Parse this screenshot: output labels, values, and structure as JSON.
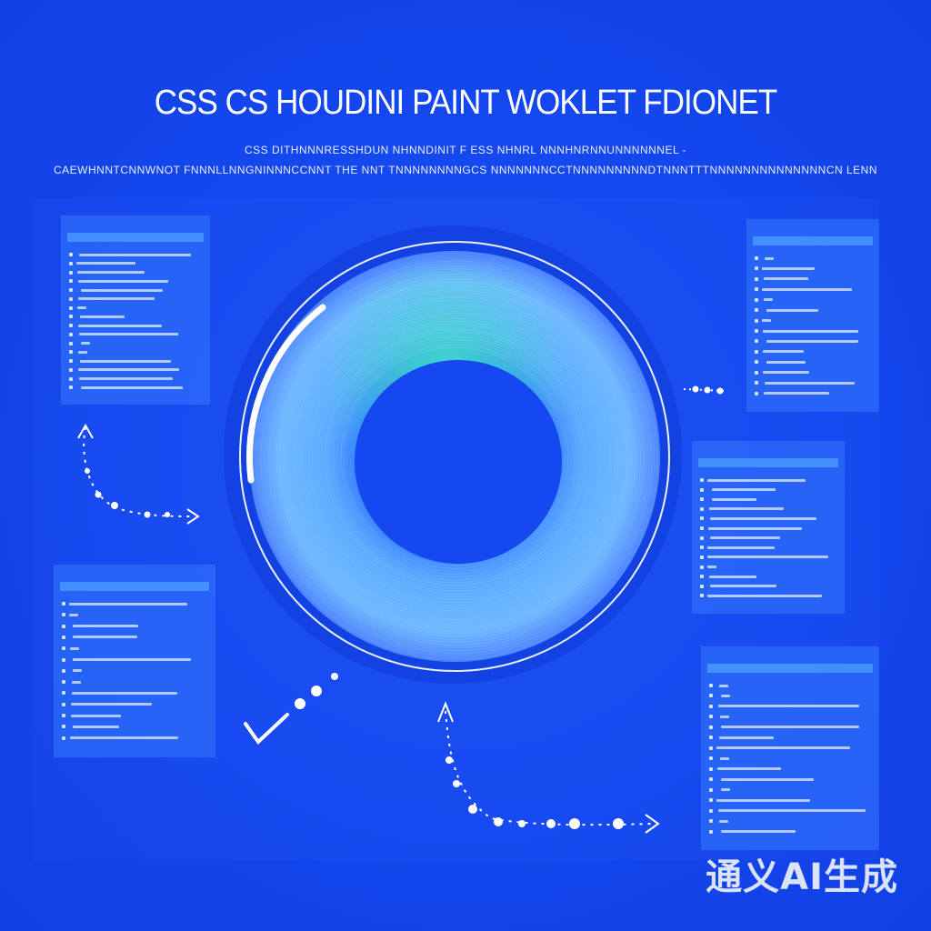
{
  "title": "CSS CS HOUDINI PAINT WOKLET FDIONET",
  "subtitle_line1": "CSS  DITHNNNRESSHDUN NHNNDINIT  F  ESS NHNRL NNNHNRNNUNNNNNNEL -",
  "subtitle_line2": "CAEWHNNTCNNWNOT FNNNLLNNGNINNNCCNNT THE NNT TNNNNNNNNGCS  NNNNNNNCCTNNNNNNNNNDTNNNTTTNNNNNNNNNNNNNNCN LENN",
  "watermark": "通义AI生成",
  "colors": {
    "background": "#1447ee",
    "ring": "#4b8dff",
    "accent": "#36e0c0",
    "text": "#ffffff"
  },
  "panels": [
    {
      "id": "panel-top-left",
      "lines": 16
    },
    {
      "id": "panel-mid-left",
      "lines": 13
    },
    {
      "id": "panel-top-right",
      "lines": 14
    },
    {
      "id": "panel-mid-right",
      "lines": 13
    },
    {
      "id": "panel-bottom-right",
      "lines": 15
    }
  ]
}
